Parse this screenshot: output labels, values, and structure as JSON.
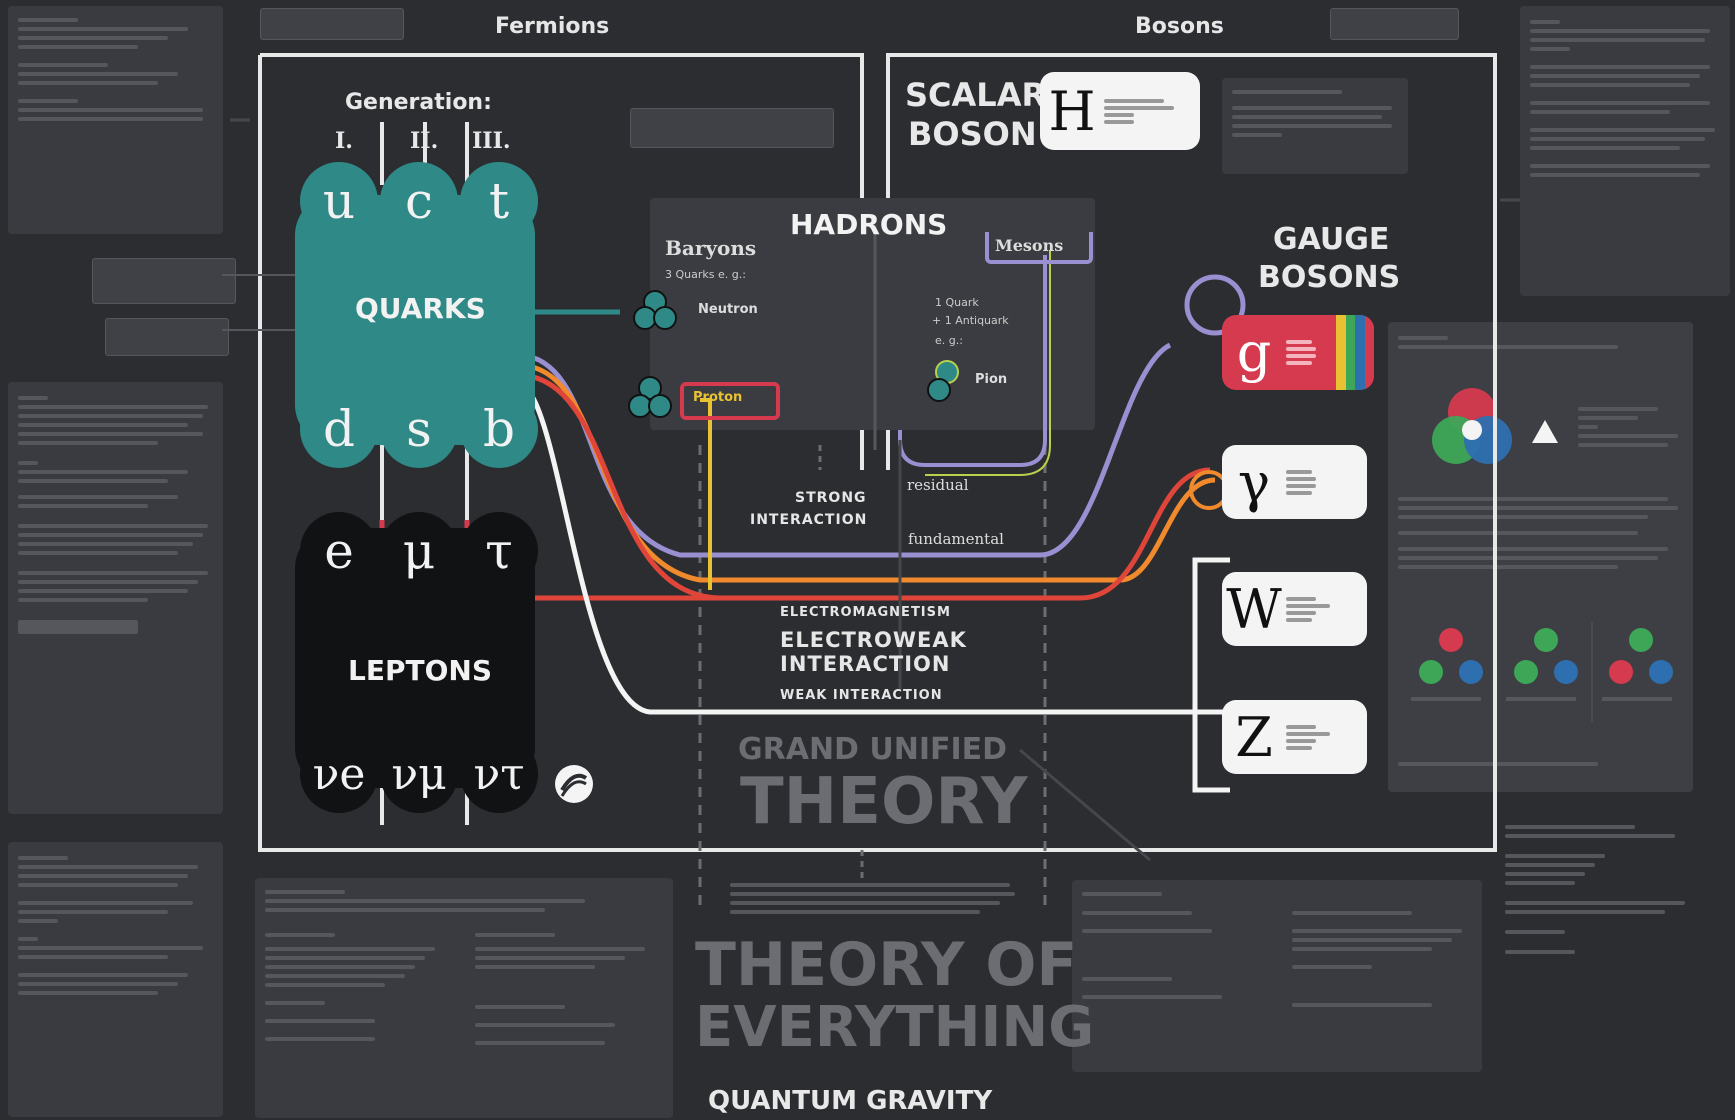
{
  "header": {
    "fermions": "Fermions",
    "bosons": "Bosons"
  },
  "generation": {
    "title": "Generation:",
    "labels": [
      "I.",
      "II.",
      "III."
    ]
  },
  "quarks": {
    "label": "QUARKS",
    "up_row": [
      "u",
      "c",
      "t"
    ],
    "down_row": [
      "d",
      "s",
      "b"
    ]
  },
  "leptons": {
    "label": "LEPTONS",
    "charged": [
      "e",
      "μ",
      "τ"
    ],
    "neutrinos": [
      "νe",
      "νμ",
      "ντ"
    ]
  },
  "hadrons": {
    "title": "HADRONS",
    "baryons": "Baryons",
    "baryons_example": "3 Quarks e. g.:",
    "neutron": "Neutron",
    "proton": "Proton",
    "mesons": "Mesons",
    "mesons_detail": [
      "1 Quark",
      "+ 1 Antiquark",
      "e. g.:"
    ],
    "pion": "Pion"
  },
  "scalar_boson": {
    "label_line1": "SCALAR",
    "label_line2": "BOSON",
    "symbol": "H"
  },
  "gauge_bosons": {
    "label_line1": "GAUGE",
    "label_line2": "BOSONS",
    "symbols": [
      "g",
      "γ",
      "W",
      "Z"
    ]
  },
  "interactions": {
    "strong_line1": "STRONG",
    "strong_line2": "INTERACTION",
    "residual": "residual",
    "fundamental": "fundamental",
    "electromagnetism": "ELECTROMAGNETISM",
    "electroweak_line1": "ELECTROWEAK",
    "electroweak_line2": "INTERACTION",
    "weak": "WEAK INTERACTION"
  },
  "theories": {
    "gut_line1": "GRAND UNIFIED",
    "gut_line2": "THEORY",
    "toe_line1": "THEORY OF",
    "toe_line2": "EVERYTHING",
    "quantum_gravity": "QUANTUM GRAVITY"
  },
  "colors": {
    "background": "#2b2d31",
    "panel": "#393b40",
    "quark": "#2f8a87",
    "lepton": "#111214",
    "gluon": "#d63a4e",
    "strong_line": "#9a8fd0",
    "em_line_orange": "#f08a2c",
    "em_line_red": "#e0453a",
    "weak_line": "#f4f4f4",
    "yellow_line": "#e8c232",
    "frame": "#e8e8e8"
  }
}
